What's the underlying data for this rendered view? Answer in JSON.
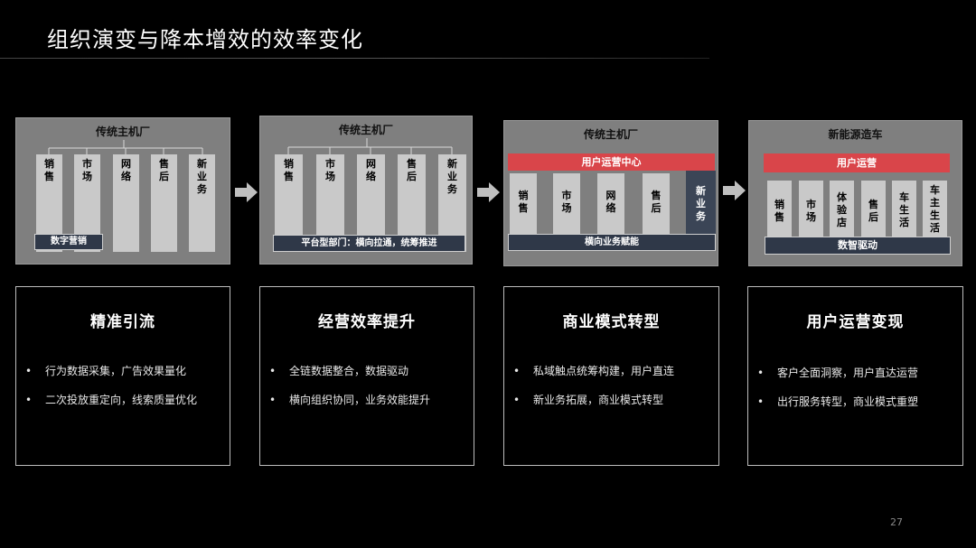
{
  "title": "组织演变与降本增效的效率变化",
  "page_number": "27",
  "diagrams": [
    {
      "title": "传统主机厂",
      "columns": [
        [
          "销",
          "售"
        ],
        [
          "市",
          "场"
        ],
        [
          "网",
          "络"
        ],
        [
          "售",
          "后"
        ],
        [
          "新",
          "业",
          "务"
        ]
      ],
      "bottom_bar": "数字营销"
    },
    {
      "title": "传统主机厂",
      "columns": [
        [
          "销",
          "售"
        ],
        [
          "市",
          "场"
        ],
        [
          "网",
          "络"
        ],
        [
          "售",
          "后"
        ],
        [
          "新",
          "业",
          "务"
        ]
      ],
      "bottom_bar": "平台型部门：横向拉通，统筹推进"
    },
    {
      "title": "传统主机厂",
      "top_bar": "用户运营中心",
      "columns": [
        [
          "销",
          "售"
        ],
        [
          "市",
          "场"
        ],
        [
          "网",
          "络"
        ],
        [
          "售",
          "后"
        ],
        [
          "新",
          "业",
          "务"
        ]
      ],
      "bottom_bar": "横向业务赋能"
    },
    {
      "title": "新能源造车",
      "top_bar": "用户运营",
      "columns": [
        [
          "销",
          "售"
        ],
        [
          "市",
          "场"
        ],
        [
          "体",
          "验",
          "店"
        ],
        [
          "售",
          "后"
        ],
        [
          "车",
          "生",
          "活"
        ],
        [
          "车",
          "主",
          "生",
          "活"
        ]
      ],
      "bottom_bar": "数智驱动"
    }
  ],
  "cards": [
    {
      "title": "精准引流",
      "bullets": [
        "行为数据采集，广告效果量化",
        "二次投放重定向，线索质量优化"
      ]
    },
    {
      "title": "经营效率提升",
      "bullets": [
        "全链数据整合，数据驱动",
        "横向组织协同，业务效能提升"
      ]
    },
    {
      "title": "商业模式转型",
      "bullets": [
        "私域触点统筹构建，用户直连",
        "新业务拓展，商业模式转型"
      ]
    },
    {
      "title": "用户运营变现",
      "bullets": [
        "客户全面洞察，用户直达运营",
        "出行服务转型，商业模式重塑"
      ]
    }
  ],
  "colors": {
    "panel_bg": "#7f7f7f",
    "column_bg": "#c9c9c9",
    "accent_red": "#d9454a",
    "dark_bar": "#2f3848"
  },
  "bullet_symbol": "•",
  "arrow_icon": "right-arrow-icon"
}
